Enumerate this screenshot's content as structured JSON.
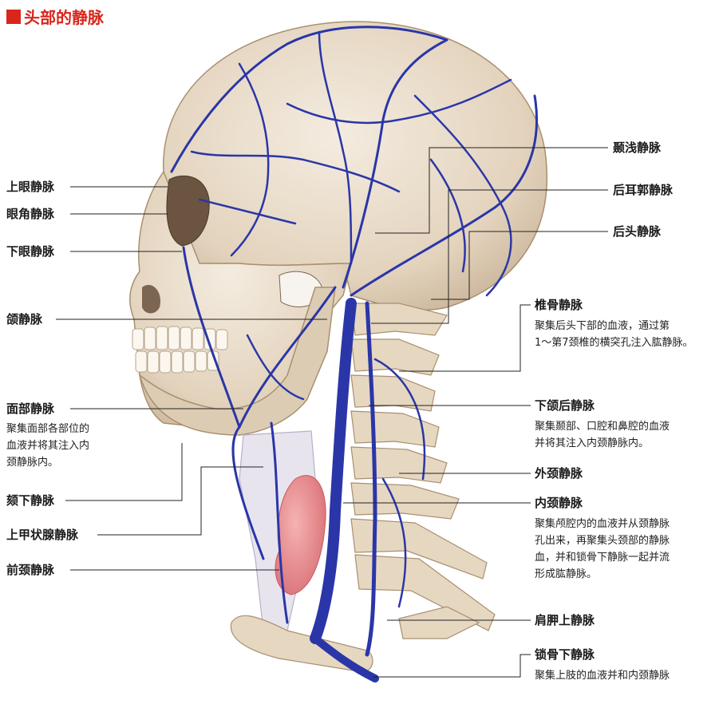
{
  "title": "头部的静脉",
  "colors": {
    "title_red": "#d9261c",
    "vein_blue": "#2a36a8",
    "bone": "#e9dcc9",
    "thyroid": "#e98a8a"
  },
  "labels_left": {
    "supraorbital": "上眼静脉",
    "angular": "眼角静脉",
    "infraorbital": "下眼静脉",
    "maxillary": "颌静脉",
    "facial": "面部静脉",
    "facial_desc": [
      "聚集面部各部位的",
      "血液并将其注入内",
      "颈静脉内。"
    ],
    "submental": "颏下静脉",
    "superior_thyroid": "上甲状腺静脉",
    "anterior_jugular": "前颈静脉"
  },
  "labels_right": {
    "superficial_temporal": "颞浅静脉",
    "posterior_auricular": "后耳郭静脉",
    "occipital": "后头静脉",
    "vertebral": "椎骨静脉",
    "vertebral_desc": [
      "聚集后头下部的血液，通过第",
      "1～第7颈椎的横突孔注入肱静脉。"
    ],
    "retromandibular": "下颌后静脉",
    "retromandibular_desc": [
      "聚集颞部、口腔和鼻腔的血液",
      "并将其注入内颈静脉内。"
    ],
    "external_jugular": "外颈静脉",
    "internal_jugular": "内颈静脉",
    "internal_jugular_desc": [
      "聚集颅腔内的血液并从颈静脉",
      "孔出来，再聚集头颈部的静脉",
      "血，并和锁骨下静脉一起并流",
      "形成肱静脉。"
    ],
    "suprascapular": "肩胛上静脉",
    "subclavian": "锁骨下静脉",
    "subclavian_desc": [
      "聚集上肢的血液并和内颈静脉"
    ]
  }
}
